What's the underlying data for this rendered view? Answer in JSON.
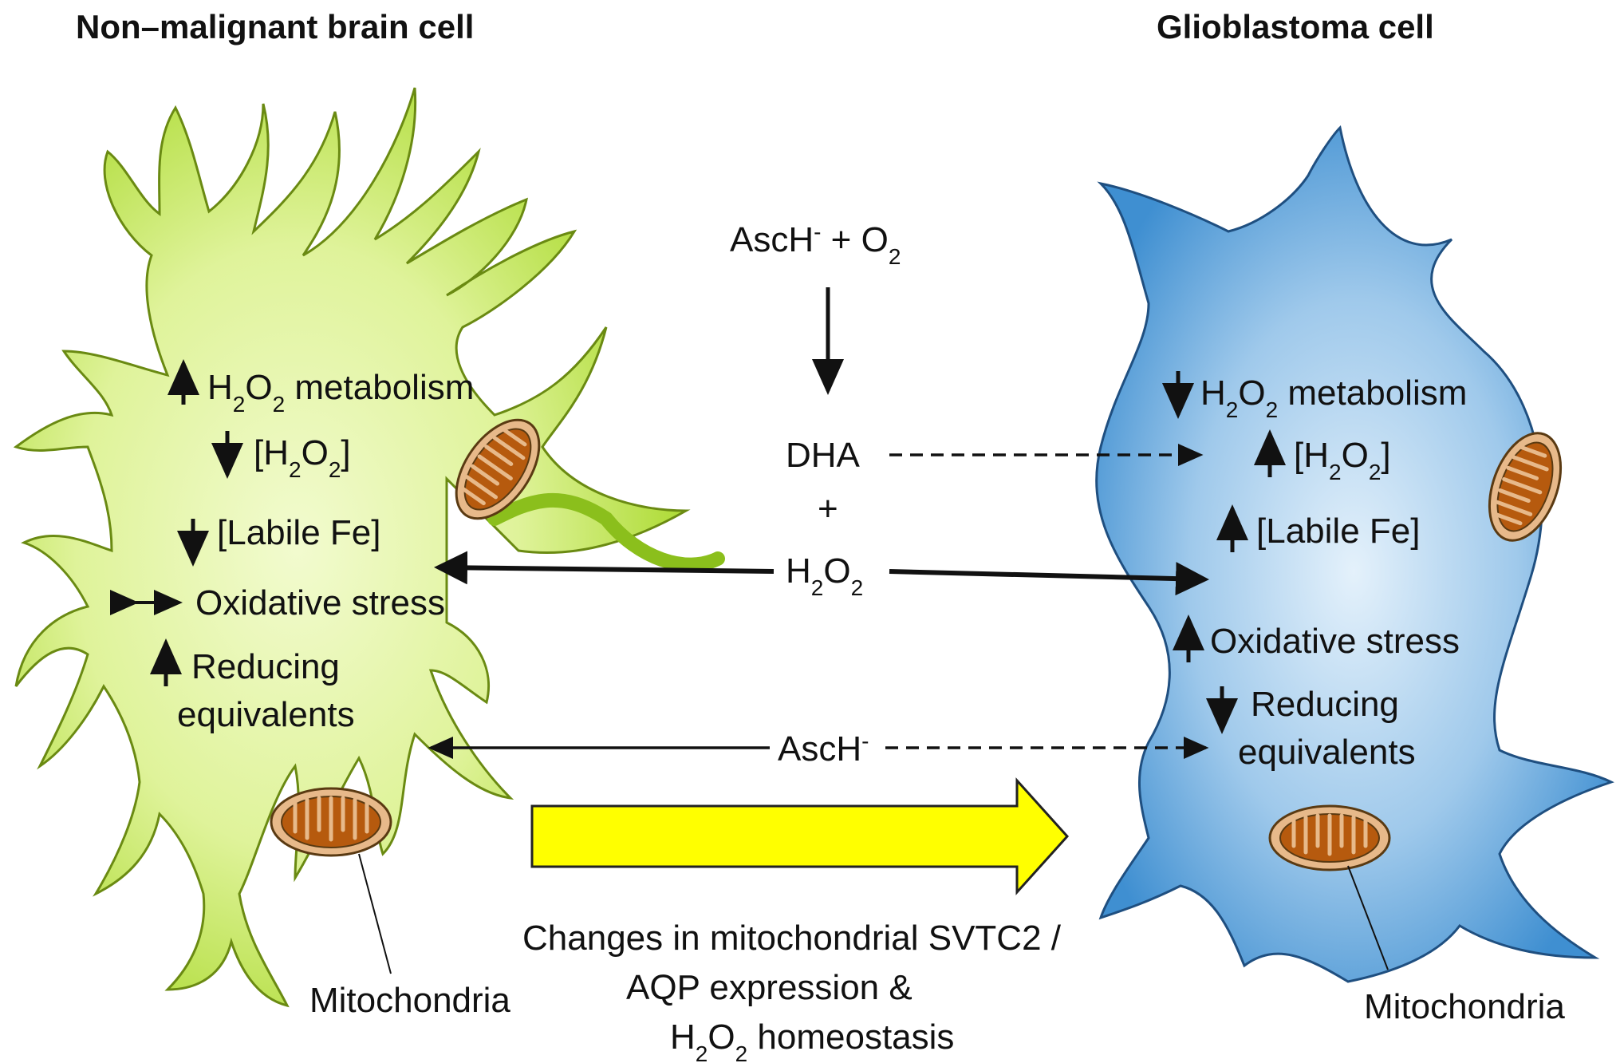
{
  "titles": {
    "left": "Non–malignant brain cell",
    "right": "Glioblastoma cell"
  },
  "center": {
    "asch_o2": {
      "pre": "AscH",
      "pre_sup": "-",
      "mid": " + O",
      "sub": "2"
    },
    "dha": "DHA",
    "plus": "+",
    "h2o2": {
      "a": "H",
      "sub1": "2",
      "b": "O",
      "sub2": "2"
    },
    "asch": {
      "text": "AscH",
      "sup": "-"
    },
    "changes_line1": "Changes in mitochondrial SVTC2 /",
    "changes_line2": "AQP expression &",
    "changes_line3": "homeostasis"
  },
  "left_cell": {
    "h2o2_metabolism": "metabolism",
    "labile_fe": "[Labile Fe]",
    "oxidative_stress": "Oxidative stress",
    "reducing": "Reducing",
    "equivalents": "equivalents",
    "mitochondria": "Mitochondria"
  },
  "right_cell": {
    "h2o2_metabolism": "metabolism",
    "labile_fe": "[Labile Fe]",
    "oxidative_stress": "Oxidative stress",
    "reducing": "Reducing",
    "equivalents": "equivalents",
    "mitochondria": "Mitochondria"
  },
  "colors": {
    "normal_cell": "#c8ec55",
    "glioblastoma_cell": "#3f8fd1",
    "mitochondria_outer": "#e7b98a",
    "mitochondria_inner": "#b65a0e",
    "big_arrow": "#ffff00"
  }
}
